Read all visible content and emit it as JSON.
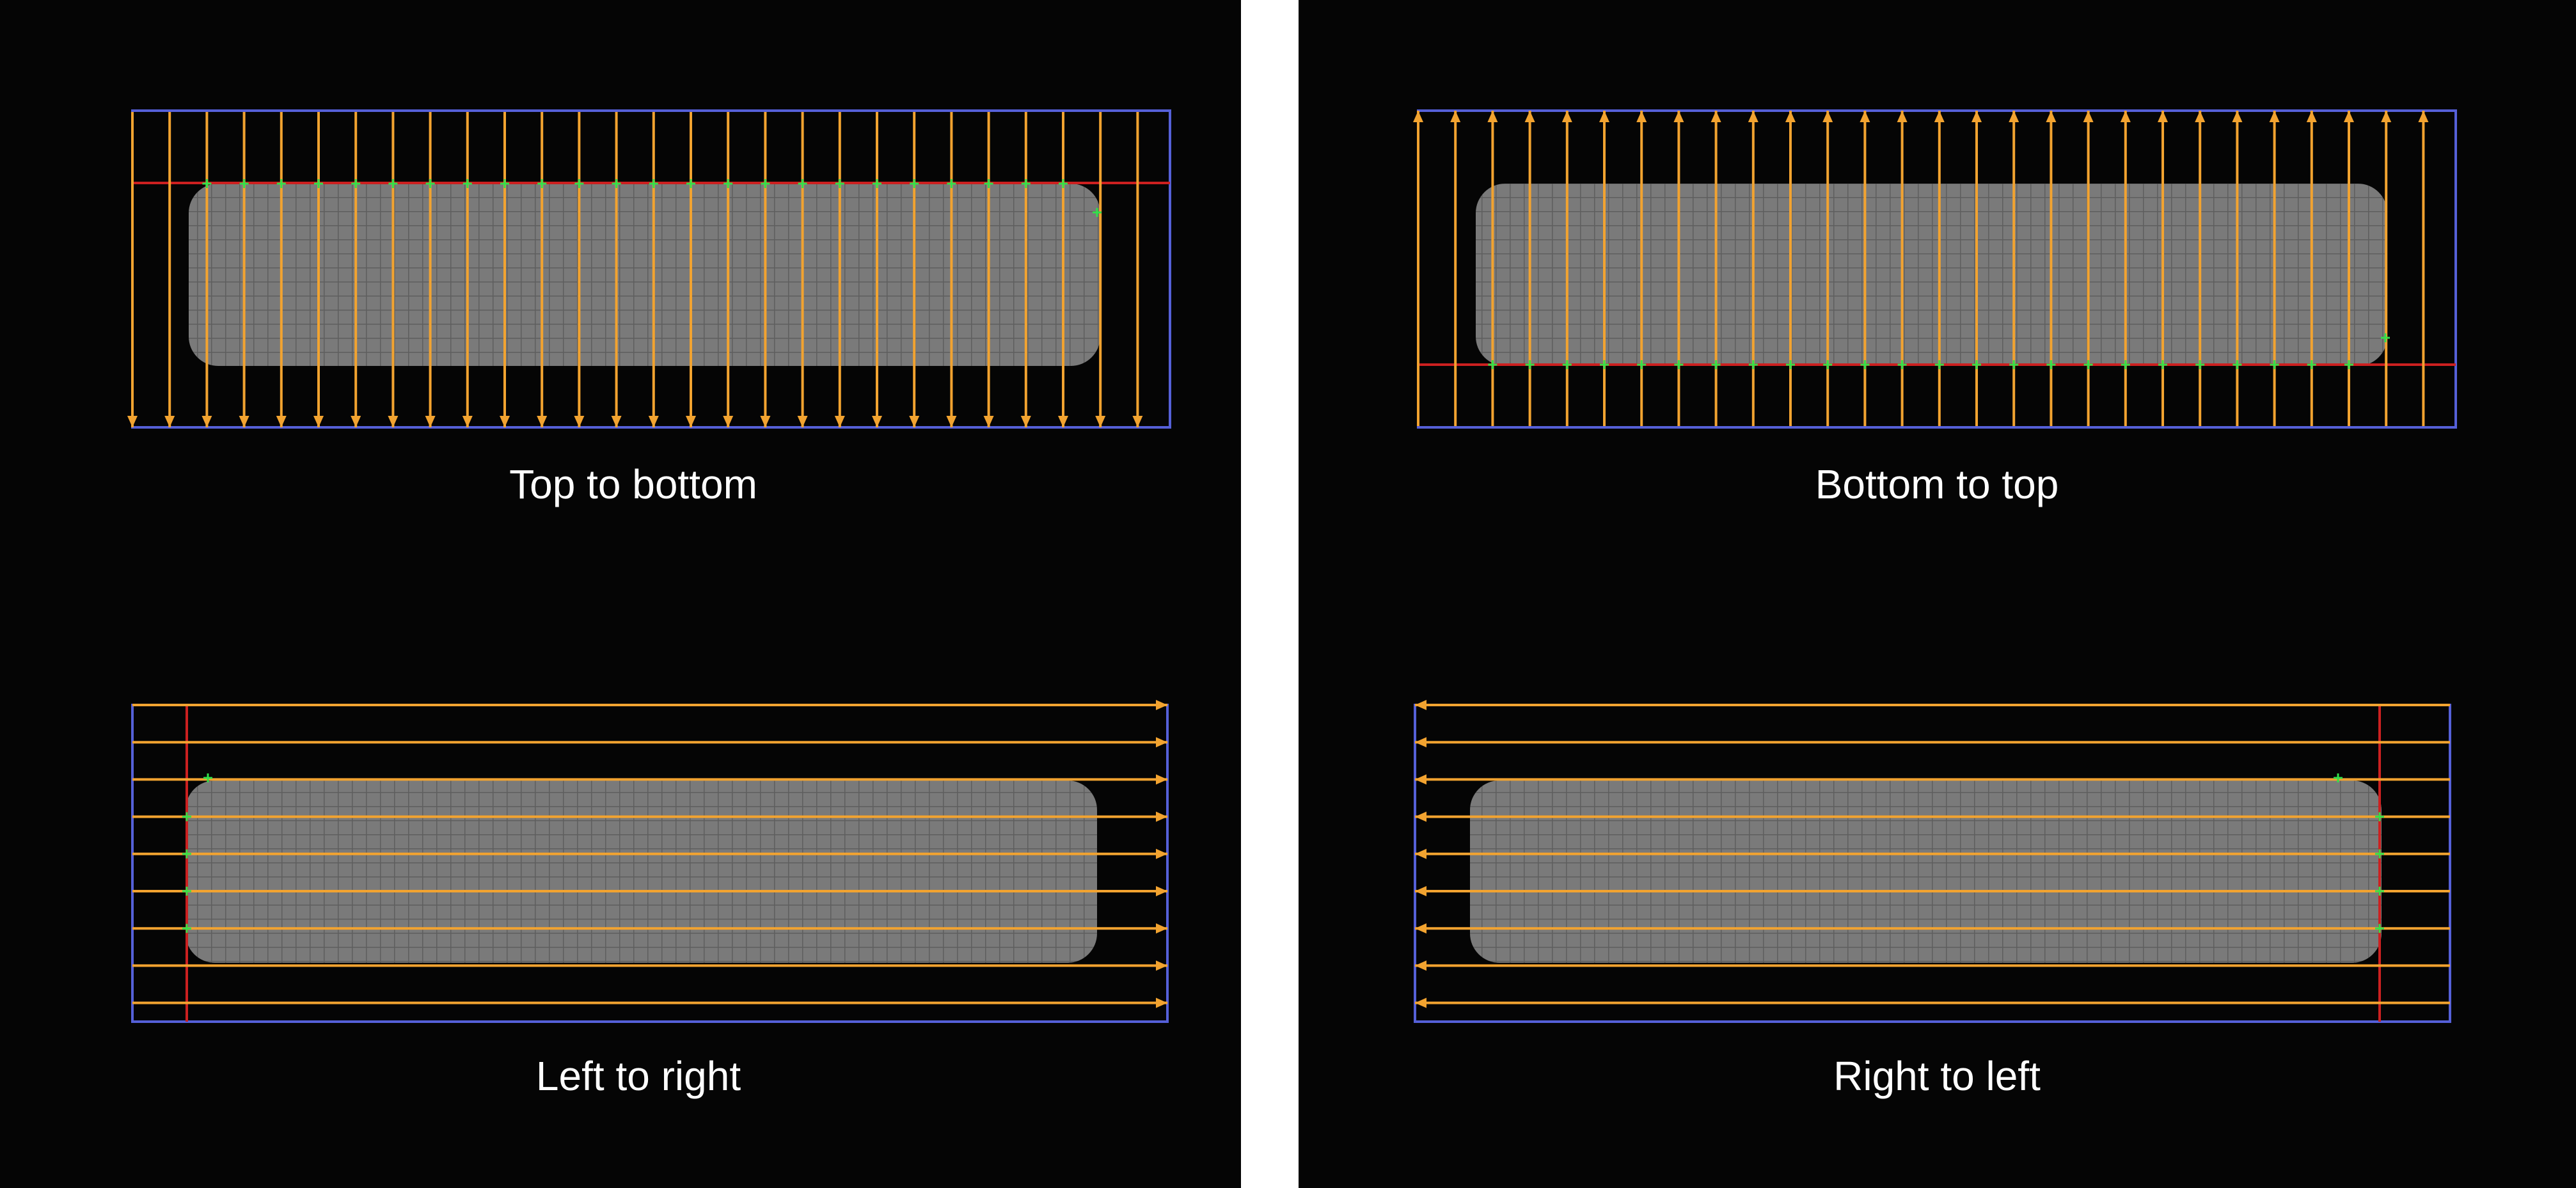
{
  "colors": {
    "background": "#050505",
    "frame": "#5560d8",
    "scan_line": "#f2a330",
    "edge_line": "#cc2020",
    "edge_point": "#33e04a",
    "part": "#777777"
  },
  "panels": [
    {
      "id": "top-to-bottom",
      "caption": "Top to bottom",
      "direction": "down"
    },
    {
      "id": "bottom-to-top",
      "caption": "Bottom to top",
      "direction": "up"
    },
    {
      "id": "left-to-right",
      "caption": "Left to right",
      "direction": "right"
    },
    {
      "id": "right-to-left",
      "caption": "Right to left",
      "direction": "left"
    }
  ]
}
